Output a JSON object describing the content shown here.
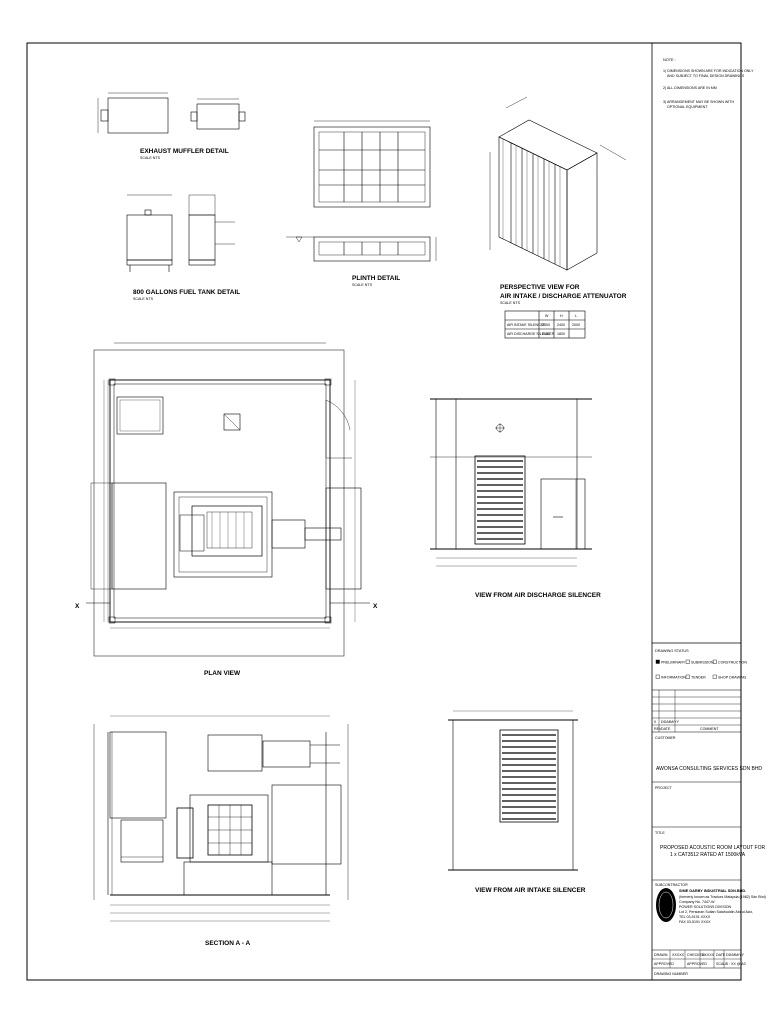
{
  "notes": {
    "title": "NOTE :",
    "lines": [
      "1) DIMENSIONS SHOWN ARE FOR INDICATION ONLY",
      "AND SUBJECT TO FINAL DESIGN DRAWINGS",
      "2) ALL DIMENSIONS ARE IN MM",
      "3) ARRANGEMENT MAY BE SHOWN WITH",
      "OPTIONAL EQUIPMENT"
    ]
  },
  "views": {
    "muffler": {
      "title": "EXHAUST MUFFLER DETAIL",
      "scale": "SCALE NTS"
    },
    "fuel_tank": {
      "title": "800 GALLONS FUEL TANK DETAIL",
      "scale": "SCALE NTS"
    },
    "plinth": {
      "title": "PLINTH DETAIL",
      "scale": "SCALE NTS"
    },
    "perspective": {
      "title_line1": "PERSPECTIVE VIEW FOR",
      "title_line2": "AIR INTAKE / DISCHARGE ATTENUATOR",
      "scale": "SCALE NTS"
    },
    "plan": {
      "title": "PLAN VIEW"
    },
    "discharge": {
      "title": "VIEW FROM AIR DISCHARGE SILENCER"
    },
    "section": {
      "title": "SECTION A - A"
    },
    "intake": {
      "title": "VIEW FROM AIR INTAKE SILENCER"
    }
  },
  "attenuator_table": {
    "columns": [
      "",
      "W",
      "H",
      "L"
    ],
    "rows": [
      [
        "AIR INTAKE SILENCER",
        "2100",
        "2400",
        "2000"
      ],
      [
        "AIR DISCHARGE SILENCER",
        "2100",
        "1800",
        ""
      ]
    ]
  },
  "markers": {
    "section_left": "X",
    "section_right": "X"
  },
  "title_block": {
    "status_header": "DRAWING STATUS",
    "statuses": [
      {
        "label": "PRELIMINARY",
        "checked": true
      },
      {
        "label": "SUBMISSION",
        "checked": false
      },
      {
        "label": "CONSTRUCTION",
        "checked": false
      },
      {
        "label": "INFORMATION",
        "checked": false
      },
      {
        "label": "TENDER",
        "checked": false
      },
      {
        "label": "SHOP DRAWING",
        "checked": false
      }
    ],
    "revision": {
      "no": "0",
      "date": "DD/MM/YY",
      "headers": [
        "REV",
        "DATE",
        "COMMENT"
      ]
    },
    "customer_label": "CUSTOMER",
    "customer": "AWONSA CONSULTING SERVICES SDN BHD",
    "project_label": "PROJECT",
    "title_label": "TITLE",
    "title_line1": "PROPOSED ACOUSTIC ROOM LAYOUT FOR",
    "title_line2": "1 x CAT3512 RATED AT 1500kVA",
    "supplier_label": "SUBCONTRACTOR",
    "supplier_name": "SIME DARBY INDUSTRIAL SDN.BHD.",
    "supplier_lines": [
      "(formerly known as Tractors Malaysia (1982) Sdn Bhd)",
      "Company No. 7447-W",
      "POWER SOLUTIONS DIVISION",
      "Lot 2, Persiaran Sultan Salahuddin Abdul Aziz,",
      "TEL 03-5191 XXXX",
      "FAX 03-5191 XXXX"
    ],
    "sign_row1": [
      "DRAWN",
      "XXXXX",
      "CHECKED",
      "XXXXX",
      "DATE",
      "DD/MM/YY"
    ],
    "sign_row2": [
      "APPROVED",
      "",
      "APPROVED",
      "",
      "SCALE",
      "1 : XX @ A3"
    ],
    "drawing_number_label": "DRAWING NUMBER"
  }
}
